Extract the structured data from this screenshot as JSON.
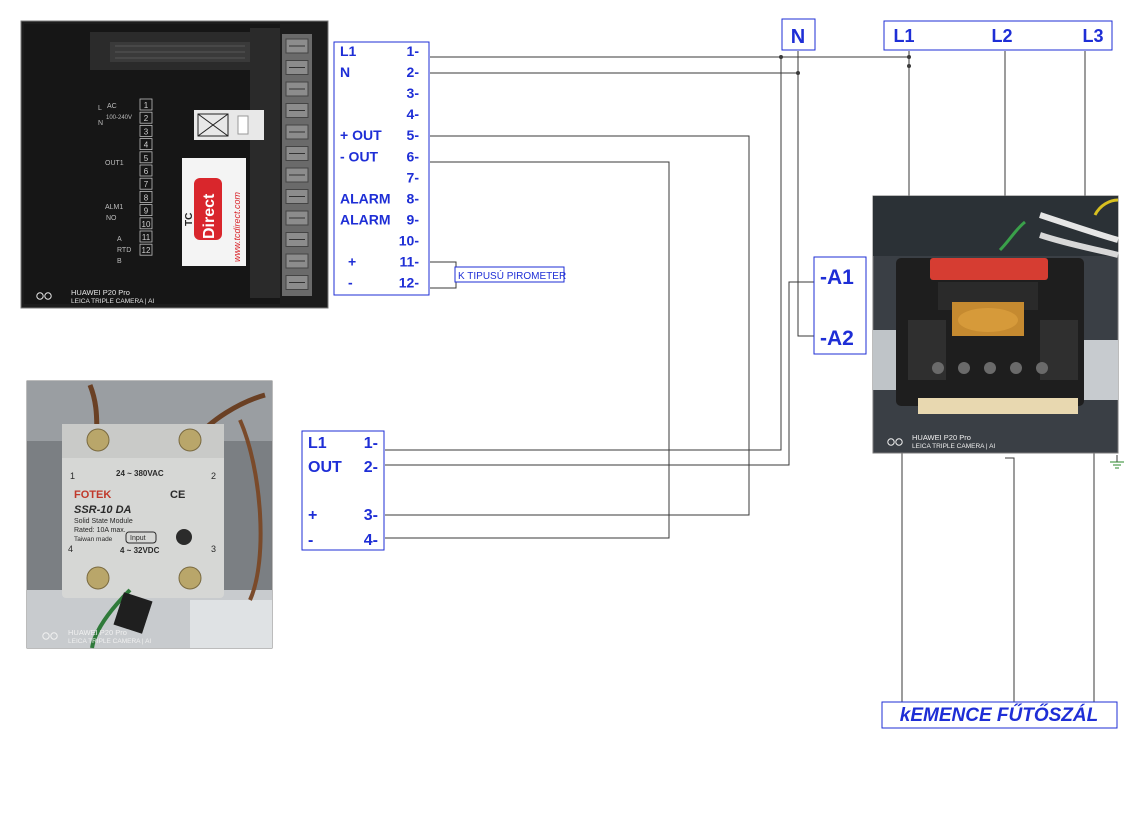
{
  "colors": {
    "wire": "#3a3a3a",
    "label_blue": "#1e2ed6",
    "box_border": "#1e2ed6",
    "ground": "#2a8a2a"
  },
  "controller_terminals": {
    "rows": [
      {
        "left": "L1",
        "right": "1-"
      },
      {
        "left": "N",
        "right": "2-"
      },
      {
        "left": "",
        "right": "3-"
      },
      {
        "left": "",
        "right": "4-"
      },
      {
        "left": "+ OUT",
        "right": "5-"
      },
      {
        "left": "-  OUT",
        "right": "6-"
      },
      {
        "left": "",
        "right": "7-"
      },
      {
        "left": "ALARM",
        "right": "8-"
      },
      {
        "left": "ALARM",
        "right": "9-"
      },
      {
        "left": "",
        "right": "10-"
      },
      {
        "left": "+",
        "right": "11-"
      },
      {
        "left": "-",
        "right": "12-"
      }
    ]
  },
  "ssr_terminals": {
    "rows": [
      {
        "left": "L1",
        "right": "1-"
      },
      {
        "left": "OUT",
        "right": "2-"
      },
      {
        "left": "+",
        "right": "3-"
      },
      {
        "left": "-",
        "right": "4-"
      }
    ]
  },
  "pyrometer_label": "K TIPUSÚ PIROMETER",
  "neutral_label": "N",
  "phase_labels": [
    "L1",
    "L2",
    "L3"
  ],
  "contactor_coil": {
    "a1": "-A1",
    "a2": "-A2"
  },
  "heater_label": "kEMENCE FŰTŐSZÁL",
  "photos": {
    "controller": {
      "caption_line1": "HUAWEI P20 Pro",
      "caption_line2": "LEICA TRIPLE CAMERA | AI",
      "terminal_numbers": [
        "1",
        "2",
        "3",
        "4",
        "5",
        "6",
        "7",
        "8",
        "9",
        "10",
        "11",
        "12"
      ],
      "terminal_labels": {
        "ac": "AC",
        "l": "L",
        "n": "N",
        "voltage": "100-240V",
        "out1": "OUT1",
        "alm1": "ALM1",
        "no": "NO",
        "rtd": "RTD",
        "a": "A",
        "b": "B"
      },
      "sticker_brand": "Direct",
      "sticker_prefix": "TC",
      "sticker_url": "www.tcdirect.com"
    },
    "ssr": {
      "caption_line1": "HUAWEI P20 Pro",
      "caption_line2": "LEICA TRIPLE CAMERA | AI",
      "brand": "FOTEK",
      "model": "SSR-10 DA",
      "subtitle": "Solid State Module",
      "rating": "Rated: 10A max.",
      "origin": "Taiwan made",
      "ac_range": "24 ~ 380VAC",
      "dc_range": "4 ~ 32VDC",
      "input_label": "Input",
      "marks": "CE",
      "pin1": "1",
      "pin2": "2",
      "pin3": "3",
      "pin4": "4"
    },
    "contactor": {
      "caption_line1": "HUAWEI P20 Pro",
      "caption_line2": "LEICA TRIPLE CAMERA | AI"
    }
  }
}
